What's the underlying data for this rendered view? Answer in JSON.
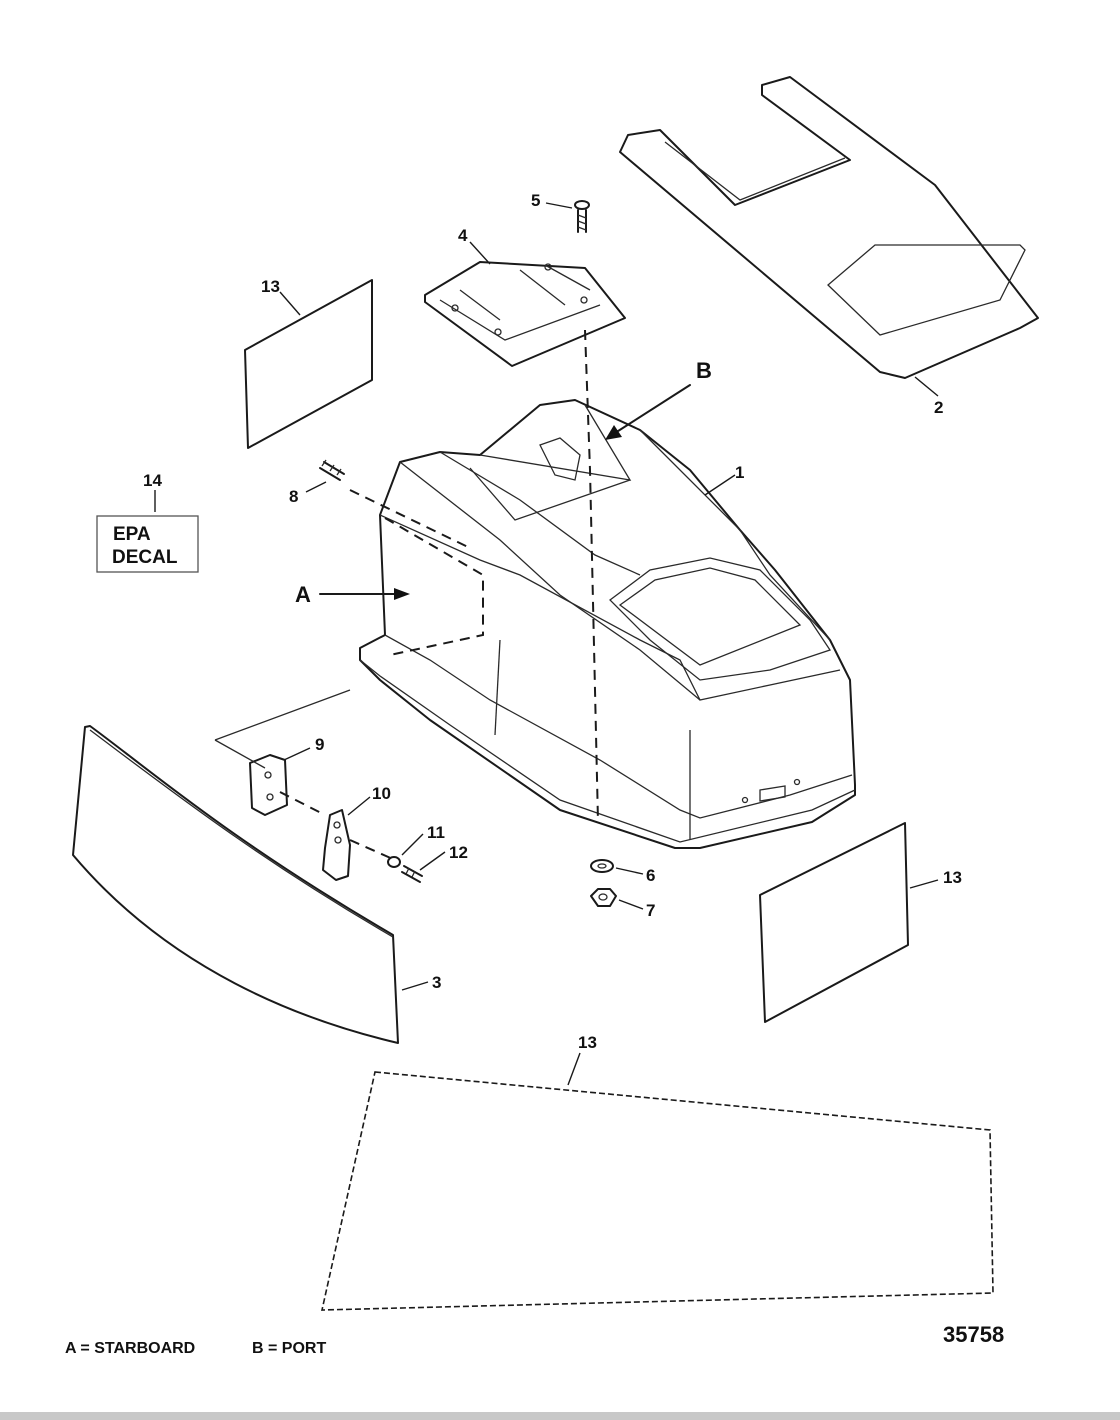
{
  "figure_number": "35758",
  "legend": {
    "starboard": "A = STARBOARD",
    "port": "B = PORT"
  },
  "view_letters": {
    "a": "A",
    "b": "B"
  },
  "epa_box": {
    "line1": "EPA",
    "line2": "DECAL"
  },
  "callouts": {
    "c1": "1",
    "c2": "2",
    "c3": "3",
    "c4": "4",
    "c5": "5",
    "c6": "6",
    "c7": "7",
    "c8": "8",
    "c9": "9",
    "c10": "10",
    "c11": "11",
    "c12": "12",
    "c13a": "13",
    "c13b": "13",
    "c13c": "13",
    "c14": "14"
  }
}
